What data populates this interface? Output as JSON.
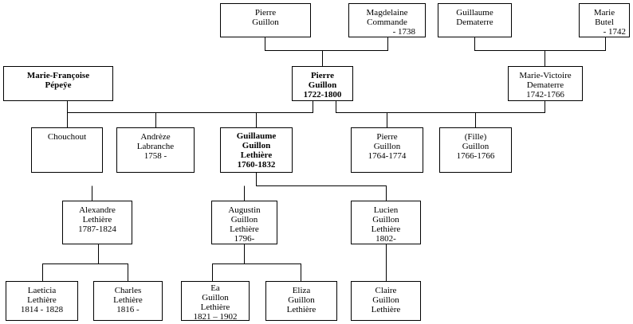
{
  "colors": {
    "line": "#000000",
    "box_border": "#000000",
    "box_fill": "#ffffff",
    "text": "#000000"
  },
  "people": {
    "pierre_guillon_sr": {
      "lines": [
        "Pierre",
        "Guillon"
      ]
    },
    "magdelaine_commande": {
      "lines": [
        "Magdelaine",
        "Commande",
        "- 1738"
      ]
    },
    "guillaume_dematerre": {
      "lines": [
        "Guillaume",
        "Dematerre"
      ]
    },
    "marie_butel": {
      "lines": [
        "Marie",
        "Butel",
        "- 1742"
      ]
    },
    "marie_francoise_pepeye": {
      "lines": [
        "Marie-Françoise",
        "Pépeÿe"
      ]
    },
    "pierre_guillon": {
      "lines": [
        "Pierre",
        "Guillon",
        "1722-1800"
      ]
    },
    "marie_victoire_dematerre": {
      "lines": [
        "Marie-Victoire",
        "Dematerre",
        "1742-1766"
      ]
    },
    "chouchout": {
      "lines": [
        "Chouchout"
      ]
    },
    "andreze_labranche": {
      "lines": [
        "Andrèze",
        "Labranche",
        "1758 -"
      ]
    },
    "guillaume_guillon_lethiere": {
      "lines": [
        "Guillaume",
        "Guillon",
        "Lethière",
        "1760-1832"
      ]
    },
    "pierre_guillon_jr": {
      "lines": [
        "Pierre",
        "Guillon",
        "1764-1774"
      ]
    },
    "fille_guillon": {
      "lines": [
        "(Fille)",
        "Guillon",
        "1766-1766"
      ]
    },
    "alexandre_lethiere": {
      "lines": [
        "Alexandre",
        "Lethière",
        "1787-1824"
      ]
    },
    "augustin_guillon_lethiere": {
      "lines": [
        "Augustin",
        "Guillon",
        "Lethière",
        "1796-"
      ]
    },
    "lucien_guillon_lethiere": {
      "lines": [
        "Lucien",
        "Guillon",
        "Lethière",
        "1802-"
      ]
    },
    "laeticia_lethiere": {
      "lines": [
        "Laeticia",
        "Lethière",
        "1814 - 1828"
      ]
    },
    "charles_lethiere": {
      "lines": [
        "Charles",
        "Lethière",
        "1816 -"
      ]
    },
    "ea_guillon_lethiere": {
      "lines": [
        "Ea",
        "Guillon",
        "Lethière",
        "1821 – 1902"
      ]
    },
    "eliza_guillon_lethiere": {
      "lines": [
        "Eliza",
        "Guillon",
        "Lethière"
      ]
    },
    "claire_guillon_lethiere": {
      "lines": [
        "Claire",
        "Guillon",
        "Lethière"
      ]
    }
  }
}
